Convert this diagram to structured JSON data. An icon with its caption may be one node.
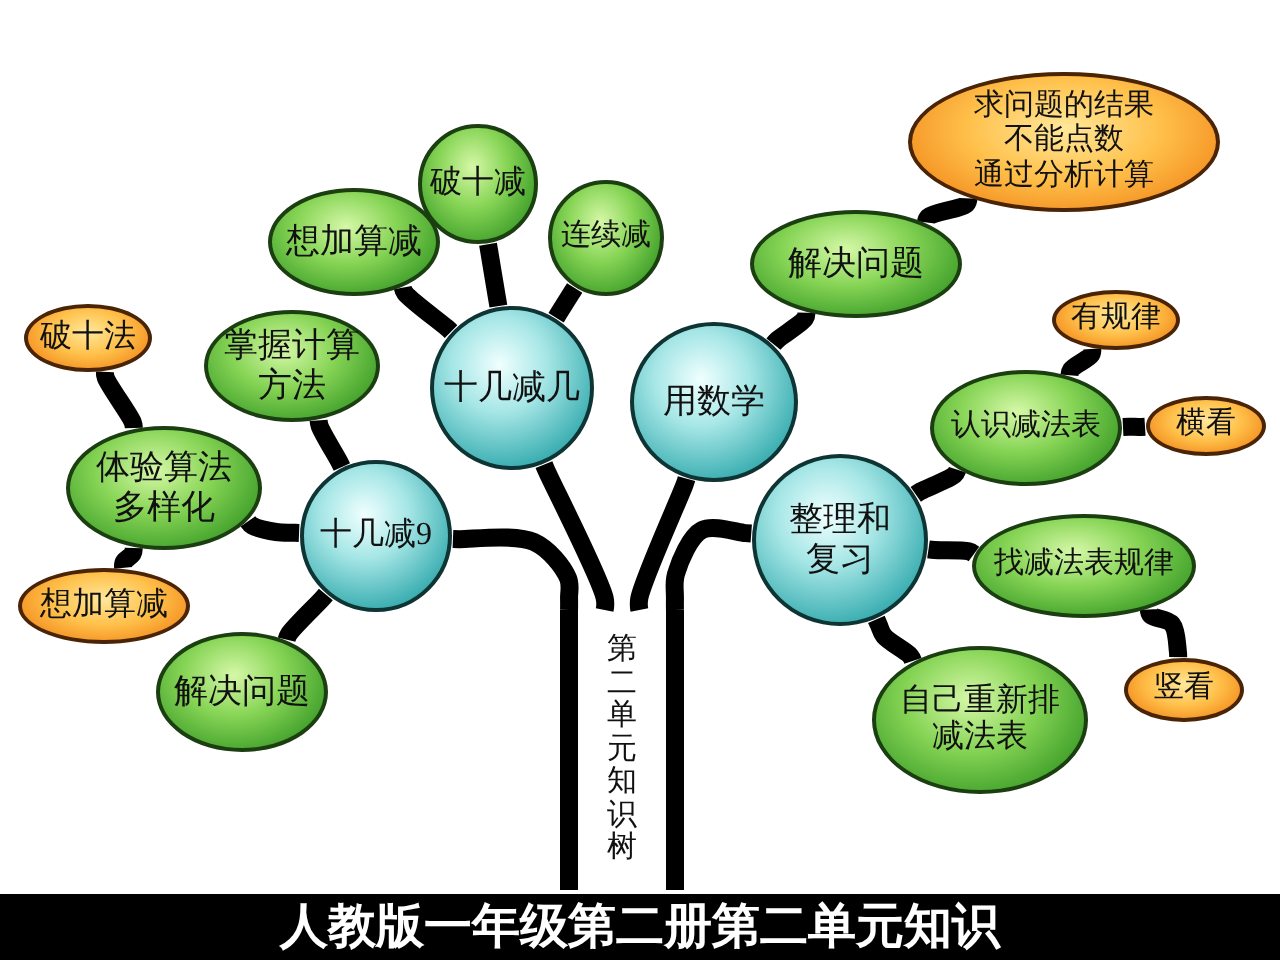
{
  "diagram": {
    "caption": "人教版一年级第二册第二单元知识",
    "nodes": [
      {
        "text": [
          "第二单元知识树"
        ]
      },
      {
        "text": [
          "十几减9"
        ]
      },
      {
        "text": [
          "体验算法多样化"
        ]
      },
      {
        "text": [
          "破十法"
        ]
      },
      {
        "text": [
          "想加算减"
        ]
      },
      {
        "text": [
          "掌握计算方法"
        ]
      },
      {
        "text": [
          "解决问题"
        ]
      },
      {
        "text": [
          "十几减几"
        ]
      },
      {
        "text": [
          "想加算减"
        ]
      },
      {
        "text": [
          "破十减"
        ]
      },
      {
        "text": [
          "连续减"
        ]
      },
      {
        "text": [
          "用数学"
        ]
      },
      {
        "text": [
          "解决问题"
        ]
      },
      {
        "text": [
          "求问题的结果",
          "不能点数",
          "通过分析计算"
        ]
      },
      {
        "text": [
          "整理和复习"
        ]
      },
      {
        "text": [
          "认识减法表"
        ]
      },
      {
        "text": [
          "有规律"
        ]
      },
      {
        "text": [
          "横看"
        ]
      },
      {
        "text": [
          "找减法表规律"
        ]
      },
      {
        "text": [
          "竖看"
        ]
      },
      {
        "text": [
          "自己重新排减法表"
        ]
      }
    ],
    "edges": [
      {
        "from": 0,
        "to": 1,
        "arrow": "none"
      },
      {
        "from": 0,
        "to": 7,
        "arrow": "none"
      },
      {
        "from": 0,
        "to": 11,
        "arrow": "none"
      },
      {
        "from": 0,
        "to": 14,
        "arrow": "none"
      },
      {
        "from": 1,
        "to": 2,
        "arrow": "none"
      },
      {
        "from": 1,
        "to": 5,
        "arrow": "none"
      },
      {
        "from": 1,
        "to": 6,
        "arrow": "none"
      },
      {
        "from": 2,
        "to": 3,
        "arrow": "none"
      },
      {
        "from": 2,
        "to": 4,
        "arrow": "none"
      },
      {
        "from": 7,
        "to": 8,
        "arrow": "none"
      },
      {
        "from": 7,
        "to": 9,
        "arrow": "none"
      },
      {
        "from": 7,
        "to": 10,
        "arrow": "none"
      },
      {
        "from": 11,
        "to": 12,
        "arrow": "none"
      },
      {
        "from": 12,
        "to": 13,
        "arrow": "none"
      },
      {
        "from": 14,
        "to": 15,
        "arrow": "none"
      },
      {
        "from": 14,
        "to": 18,
        "arrow": "none"
      },
      {
        "from": 14,
        "to": 20,
        "arrow": "none"
      },
      {
        "from": 15,
        "to": 16,
        "arrow": "none"
      },
      {
        "from": 15,
        "to": 17,
        "arrow": "none"
      },
      {
        "from": 18,
        "to": 19,
        "arrow": "none"
      }
    ]
  }
}
